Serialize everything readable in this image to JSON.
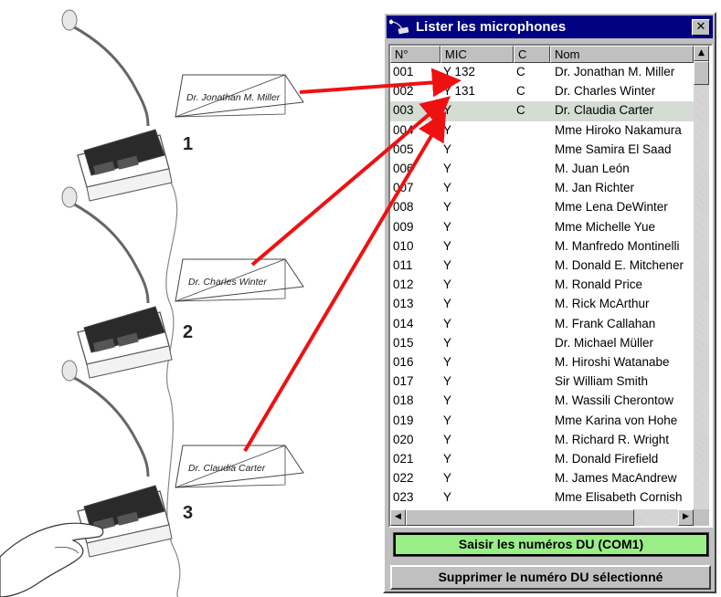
{
  "window": {
    "title": "Lister les microphones",
    "close_glyph": "✕"
  },
  "list": {
    "columns": [
      "N°",
      "MIC",
      "C",
      "Nom"
    ],
    "rows": [
      {
        "num": "001",
        "mic": "Y 132",
        "c": "C",
        "nom": "Dr. Jonathan M. Miller"
      },
      {
        "num": "002",
        "mic": "Y 131",
        "c": "C",
        "nom": "Dr. Charles Winter"
      },
      {
        "num": "003",
        "mic": "Y",
        "c": "C",
        "nom": "Dr. Claudia Carter",
        "selected": true
      },
      {
        "num": "004",
        "mic": "Y",
        "c": "",
        "nom": "Mme Hiroko Nakamura"
      },
      {
        "num": "005",
        "mic": "Y",
        "c": "",
        "nom": "Mme Samira El Saad"
      },
      {
        "num": "006",
        "mic": "Y",
        "c": "",
        "nom": "M. Juan León"
      },
      {
        "num": "007",
        "mic": "Y",
        "c": "",
        "nom": "M. Jan Richter"
      },
      {
        "num": "008",
        "mic": "Y",
        "c": "",
        "nom": "Mme Lena DeWinter"
      },
      {
        "num": "009",
        "mic": "Y",
        "c": "",
        "nom": "Mme Michelle Yue"
      },
      {
        "num": "010",
        "mic": "Y",
        "c": "",
        "nom": "M. Manfredo Montinelli"
      },
      {
        "num": "011",
        "mic": "Y",
        "c": "",
        "nom": "M. Donald E. Mitchener"
      },
      {
        "num": "012",
        "mic": "Y",
        "c": "",
        "nom": "M. Ronald Price"
      },
      {
        "num": "013",
        "mic": "Y",
        "c": "",
        "nom": "M. Rick McArthur"
      },
      {
        "num": "014",
        "mic": "Y",
        "c": "",
        "nom": "M. Frank Callahan"
      },
      {
        "num": "015",
        "mic": "Y",
        "c": "",
        "nom": "Dr. Michael Müller"
      },
      {
        "num": "016",
        "mic": "Y",
        "c": "",
        "nom": "M. Hiroshi Watanabe"
      },
      {
        "num": "017",
        "mic": "Y",
        "c": "",
        "nom": "Sir William Smith"
      },
      {
        "num": "018",
        "mic": "Y",
        "c": "",
        "nom": "M. Wassili Cherontow"
      },
      {
        "num": "019",
        "mic": "Y",
        "c": "",
        "nom": "Mme Karina von Hohe"
      },
      {
        "num": "020",
        "mic": "Y",
        "c": "",
        "nom": "M. Richard R. Wright"
      },
      {
        "num": "021",
        "mic": "Y",
        "c": "",
        "nom": "M. Donald Firefield"
      },
      {
        "num": "022",
        "mic": "Y",
        "c": "",
        "nom": "M. James MacAndrew"
      },
      {
        "num": "023",
        "mic": "Y",
        "c": "",
        "nom": "Mme Elisabeth Cornish"
      }
    ]
  },
  "buttons": {
    "status_label": "Saisir les numéros DU (COM1)",
    "delete_label": "Supprimer le numéro DU sélectionné"
  },
  "illustration": {
    "units": [
      {
        "number": "1",
        "name_card": "Dr. Jonathan M. Miller"
      },
      {
        "number": "2",
        "name_card": "Dr. Charles Winter"
      },
      {
        "number": "3",
        "name_card": "Dr. Claudia Carter"
      }
    ]
  },
  "colors": {
    "titlebar": "#000080",
    "arrow": "#ee1111",
    "status_button": "#99ee88",
    "selected_row": "#d4dcd4"
  },
  "icons": {
    "scroll_up": "▲",
    "scroll_left": "◀",
    "scroll_right": "▶"
  }
}
